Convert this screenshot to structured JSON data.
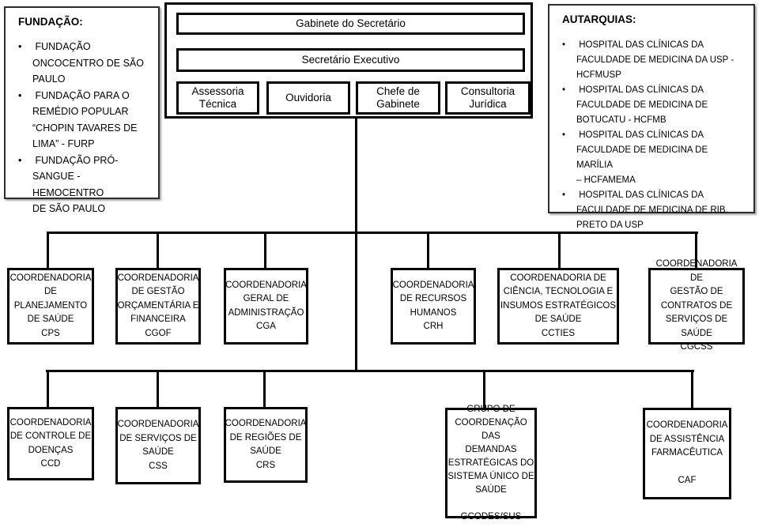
{
  "fundacao": {
    "title": "FUNDAÇÃO:",
    "items": [
      [
        " FUNDAÇÃO",
        "ONCOCENTRO DE SÃO",
        "PAULO"
      ],
      [
        " FUNDAÇÃO PARA O",
        "REMÉDIO POPULAR",
        "“CHOPIN TAVARES DE",
        "LIMA” - FURP"
      ],
      [
        " FUNDAÇÃO PRÓ-",
        "SANGUE - HEMOCENTRO",
        "DE SÃO PAULO"
      ]
    ]
  },
  "autarquias": {
    "title": "AUTARQUIAS:",
    "items": [
      [
        " HOSPITAL DAS CLÍNICAS DA",
        "FACULDADE DE MEDICINA DA USP -",
        "HCFMUSP"
      ],
      [
        " HOSPITAL DAS CLÍNICAS DA",
        "FACULDADE DE MEDICINA DE",
        "BOTUCATU - HCFMB"
      ],
      [
        " HOSPITAL DAS CLÍNICAS DA",
        "FACULDADE DE MEDICINA DE MARÍLIA",
        "– HCFAMEMA"
      ],
      [
        " HOSPITAL DAS CLÍNICAS DA",
        "FACULDADE DE MEDICINA DE RIB.",
        "PRETO DA USP"
      ]
    ]
  },
  "cabinet": {
    "gabinete": "Gabinete do Secretário",
    "secretario": "Secretário Executivo",
    "units": [
      [
        "Assessoria",
        "Técnica"
      ],
      [
        "Ouvidoria"
      ],
      [
        "Chefe de",
        "Gabinete"
      ],
      [
        "Consultoria",
        "Jurídica"
      ]
    ]
  },
  "row1": [
    {
      "abbr": "CPS",
      "lines": [
        "COORDENADORIA",
        "DE",
        "PLANEJAMENTO",
        "DE SAÚDE",
        "CPS"
      ]
    },
    {
      "abbr": "CGOF",
      "lines": [
        "COORDENADORIA",
        "DE GESTÃO",
        "ORÇAMENTÁRIA E",
        "FINANCEIRA",
        "CGOF"
      ]
    },
    {
      "abbr": "CGA",
      "lines": [
        "COORDENADORIA",
        "GERAL DE",
        "ADMINISTRAÇÃO",
        "CGA"
      ]
    },
    {
      "abbr": "CRH",
      "lines": [
        "COORDENADORIA",
        "DE RECURSOS",
        "HUMANOS",
        "CRH"
      ]
    },
    {
      "abbr": "CCTIES",
      "lines": [
        "COORDENADORIA DE",
        "CIÊNCIA, TECNOLOGIA E",
        "INSUMOS ESTRATÉGICOS",
        "DE SAÚDE",
        "CCTIES"
      ]
    },
    {
      "abbr": "CGCSS",
      "lines": [
        "COORDENADORIA DE",
        "GESTÃO DE",
        "CONTRATOS DE",
        "SERVIÇOS DE SAÚDE",
        "CGCSS"
      ]
    }
  ],
  "row2": [
    {
      "abbr": "CCD",
      "lines": [
        "COORDENADORIA",
        "DE CONTROLE DE",
        "DOENÇAS",
        "CCD"
      ]
    },
    {
      "abbr": "CSS",
      "lines": [
        "COORDENADORIA",
        "DE SERVIÇOS DE",
        "SAÚDE",
        "CSS"
      ]
    },
    {
      "abbr": "CRS",
      "lines": [
        "COORDENADORIA",
        "DE REGIÕES DE",
        "SAÚDE",
        "CRS"
      ]
    },
    {
      "abbr": "GCODES/SUS",
      "lines": [
        "GRUPO DE",
        "COORDENAÇÃO DAS",
        "DEMANDAS",
        "ESTRATÉGICAS DO",
        "SISTEMA ÚNICO DE",
        "SAÚDE",
        "",
        "GCODES/SUS"
      ]
    },
    {
      "abbr": "CAF",
      "lines": [
        "COORDENADORIA",
        "DE ASSISTÊNCIA",
        "FARMACÊUTICA",
        "",
        "CAF"
      ]
    }
  ],
  "colors": {
    "line": "#000000",
    "border": "#000000",
    "background": "#ffffff"
  }
}
